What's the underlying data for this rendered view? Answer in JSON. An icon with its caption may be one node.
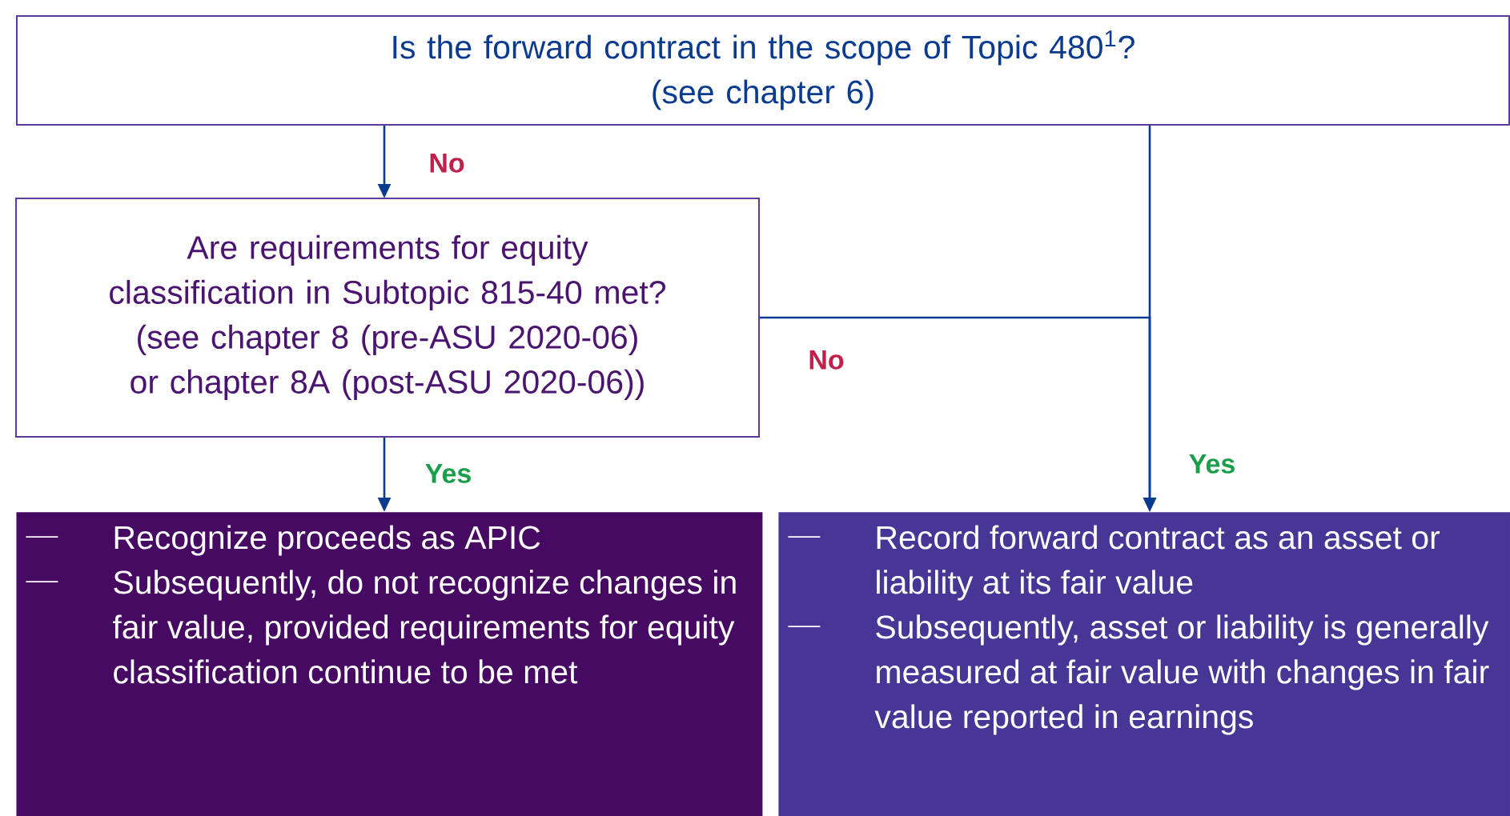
{
  "diagram": {
    "nodes": [
      {
        "text": [
          "Is the forward contract in the scope of Topic 480$^{1}$?",
          "(see chapter 6)"
        ]
      },
      {
        "text": [
          "Are requirements for equity classification in Subtopic 815-40 met?",
          "(see chapter 8 (pre-ASU 2020-06) or chapter 8A (post-ASU 2020-06))"
        ]
      },
      {
        "text": [
          "Recognize proceeds as APIC",
          "Subsequently, do not recognize changes in fair value, provided requirements for equity classification continue to be met"
        ]
      },
      {
        "text": [
          "Record forward contract as an asset or liability at its fair value",
          "Subsequently, asset or liability is generally measured at fair value with changes in fair value reported in earnings"
        ]
      }
    ],
    "edges": [
      {
        "from": 0,
        "to": 1,
        "arrow": "to",
        "label": "No"
      },
      {
        "from": 1,
        "to": 3,
        "arrow": "to",
        "label": "No"
      },
      {
        "from": 1,
        "to": 2,
        "arrow": "to",
        "label": "Yes"
      },
      {
        "from": 0,
        "to": 3,
        "arrow": "to",
        "label": "Yes"
      }
    ]
  }
}
